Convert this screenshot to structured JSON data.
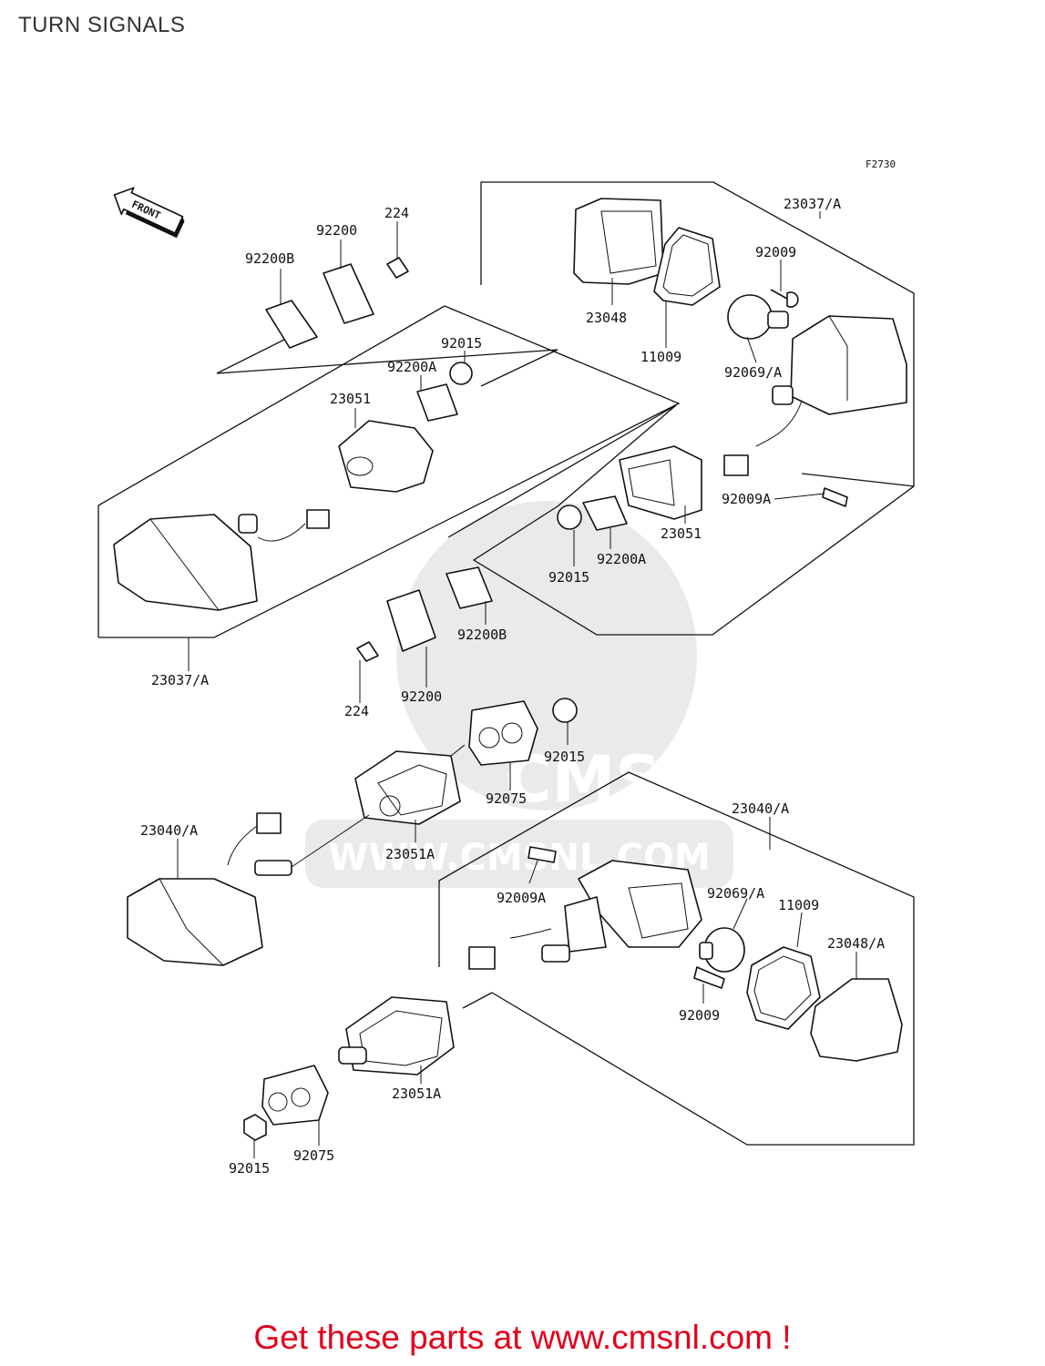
{
  "title": "TURN SIGNALS",
  "figure_code": "F2730",
  "front_label": "FRONT",
  "watermark_text": "WWW.CMSNL.COM",
  "watermark_logo": "CMS",
  "footer": "Get these parts at www.cmsnl.com !",
  "colors": {
    "footer_red": "#e3001b",
    "line": "#111111",
    "watermark": "#d9d9d9"
  },
  "callouts": {
    "c_23037A_tr": "23037/A",
    "c_92009_tr": "92009",
    "c_23048": "23048",
    "c_11009_tr": "11009",
    "c_92069A_tr": "92069/A",
    "c_92009A_tr": "92009A",
    "c_23051_r": "23051",
    "c_92200A_r": "92200A",
    "c_92015_mid": "92015",
    "c_92200B_mid": "92200B",
    "c_92200_mid": "92200",
    "c_224_mid": "224",
    "c_224_top": "224",
    "c_92200_top": "92200",
    "c_92200B_top": "92200B",
    "c_92015_top": "92015",
    "c_92200A_top": "92200A",
    "c_23051_top": "23051",
    "c_23037A_left": "23037/A",
    "c_92015_r2": "92015",
    "c_92075_mid": "92075",
    "c_23051A_mid": "23051A",
    "c_23040A_left": "23040/A",
    "c_23040A_right": "23040/A",
    "c_92009A_low": "92009A",
    "c_92069A_low": "92069/A",
    "c_11009_low": "11009",
    "c_23048A": "23048/A",
    "c_92009_low": "92009",
    "c_23051A_low": "23051A",
    "c_92075_low": "92075",
    "c_92015_low": "92015"
  }
}
